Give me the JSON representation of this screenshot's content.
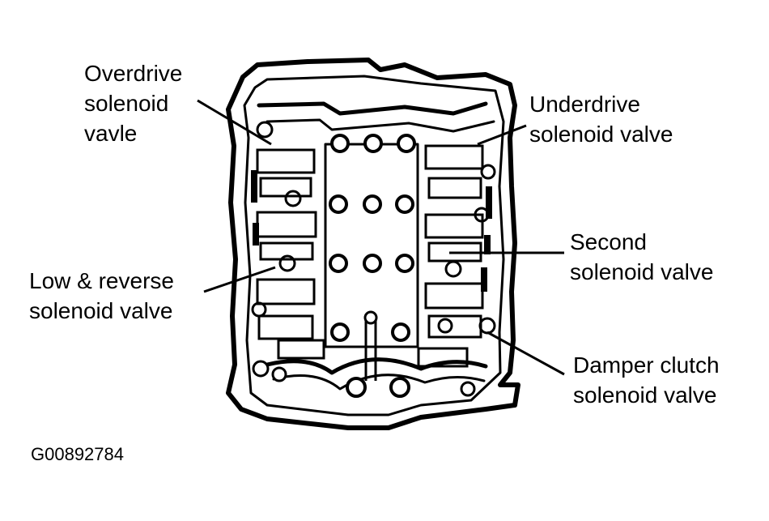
{
  "labels": {
    "overdrive": [
      "Overdrive",
      "solenoid",
      "vavle"
    ],
    "underdrive": [
      "Underdrive",
      "solenoid valve"
    ],
    "low_reverse": [
      "Low & reverse",
      "solenoid valve"
    ],
    "second": [
      "Second",
      "solenoid valve"
    ],
    "damper": [
      "Damper clutch",
      "solenoid valve"
    ]
  },
  "figure_id": "G00892784",
  "colors": {
    "ink": "#000000",
    "paper": "#ffffff"
  }
}
